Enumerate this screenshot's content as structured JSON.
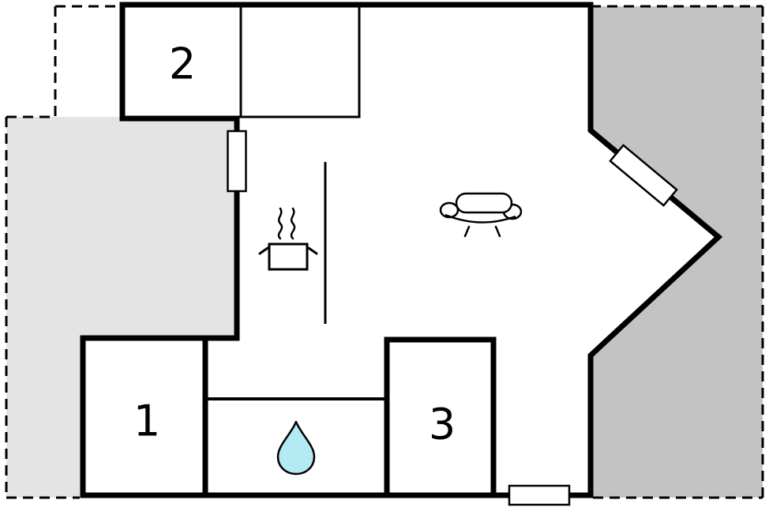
{
  "rooms": {
    "r1": {
      "label": "1"
    },
    "r2": {
      "label": "2"
    },
    "r3": {
      "label": "3"
    }
  },
  "icons": {
    "sofa": "sofa-icon",
    "stove": "stove-pot-icon",
    "steam": "steam-icon",
    "water_drop": "water-drop-icon",
    "windows": [
      "window-left",
      "window-diagonal",
      "window-bottom"
    ]
  },
  "colors": {
    "background": "#ffffff",
    "wall": "#000000",
    "terrace_left": "#e4e4e4",
    "terrace_right": "#c3c3c3",
    "water_drop_fill": "#b3eaf3"
  }
}
